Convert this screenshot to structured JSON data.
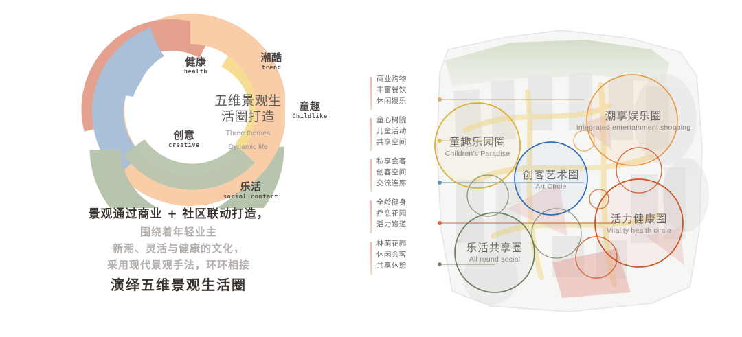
{
  "left": {
    "ring": {
      "center": {
        "cn_line1": "五维景观生",
        "cn_line2": "活圈打造",
        "en_line1": "Three themes",
        "en_line2": "Dynamic life"
      },
      "segments": [
        {
          "cn": "健康",
          "en": "health",
          "color": "#e4a393"
        },
        {
          "cn": "潮酷",
          "en": "trend",
          "color": "#f6c9a4"
        },
        {
          "cn": "童趣",
          "en": "Childlike",
          "color": "#f6dc95"
        },
        {
          "cn": "乐活",
          "en": "social contact",
          "color": "#b6c3ac"
        },
        {
          "cn": "创意",
          "en": "creative",
          "color": "#a7bdd4"
        }
      ]
    },
    "caption": {
      "line1": "景观通过商业 + 社区联动打造，",
      "line2": "围绕着年轻业主",
      "line3": "新潮、灵活与健康的文化，",
      "line4": "采用现代景观手法，环环相接",
      "line5": "演绎五维景观生活圈"
    }
  },
  "right": {
    "annotations": [
      {
        "l1": "商业购物",
        "l2": "丰富餐饮",
        "l3": "休闲娱乐",
        "line_color": "#d9a86a"
      },
      {
        "l1": "童心树院",
        "l2": "儿童活动",
        "l3": "共享空间",
        "line_color": "#d9bf57"
      },
      {
        "l1": "私享会客",
        "l2": "创客空间",
        "l3": "交流连廊",
        "line_color": "#5f93b5"
      },
      {
        "l1": "全龄健身",
        "l2": "疗愈花园",
        "l3": "活力跑道",
        "line_color": "#cf6646"
      },
      {
        "l1": "林荫花园",
        "l2": "休闲会客",
        "l3": "共享休憩",
        "line_color": "#7b8c72"
      }
    ],
    "circles": [
      {
        "cn": "潮享娱乐圈",
        "en": "Integrated entertainment shopping",
        "color": "#e7963f"
      },
      {
        "cn": "童趣乐园圈",
        "en": "Children's Paradise",
        "color": "#dcb038"
      },
      {
        "cn": "创客艺术圈",
        "en": "Art Circle",
        "color": "#2f6fb5"
      },
      {
        "cn": "活力健康圈",
        "en": "Vitality health circle",
        "color": "#cf5524"
      },
      {
        "cn": "乐活共享圈",
        "en": "All round social",
        "color": "#6f7f63"
      }
    ]
  }
}
